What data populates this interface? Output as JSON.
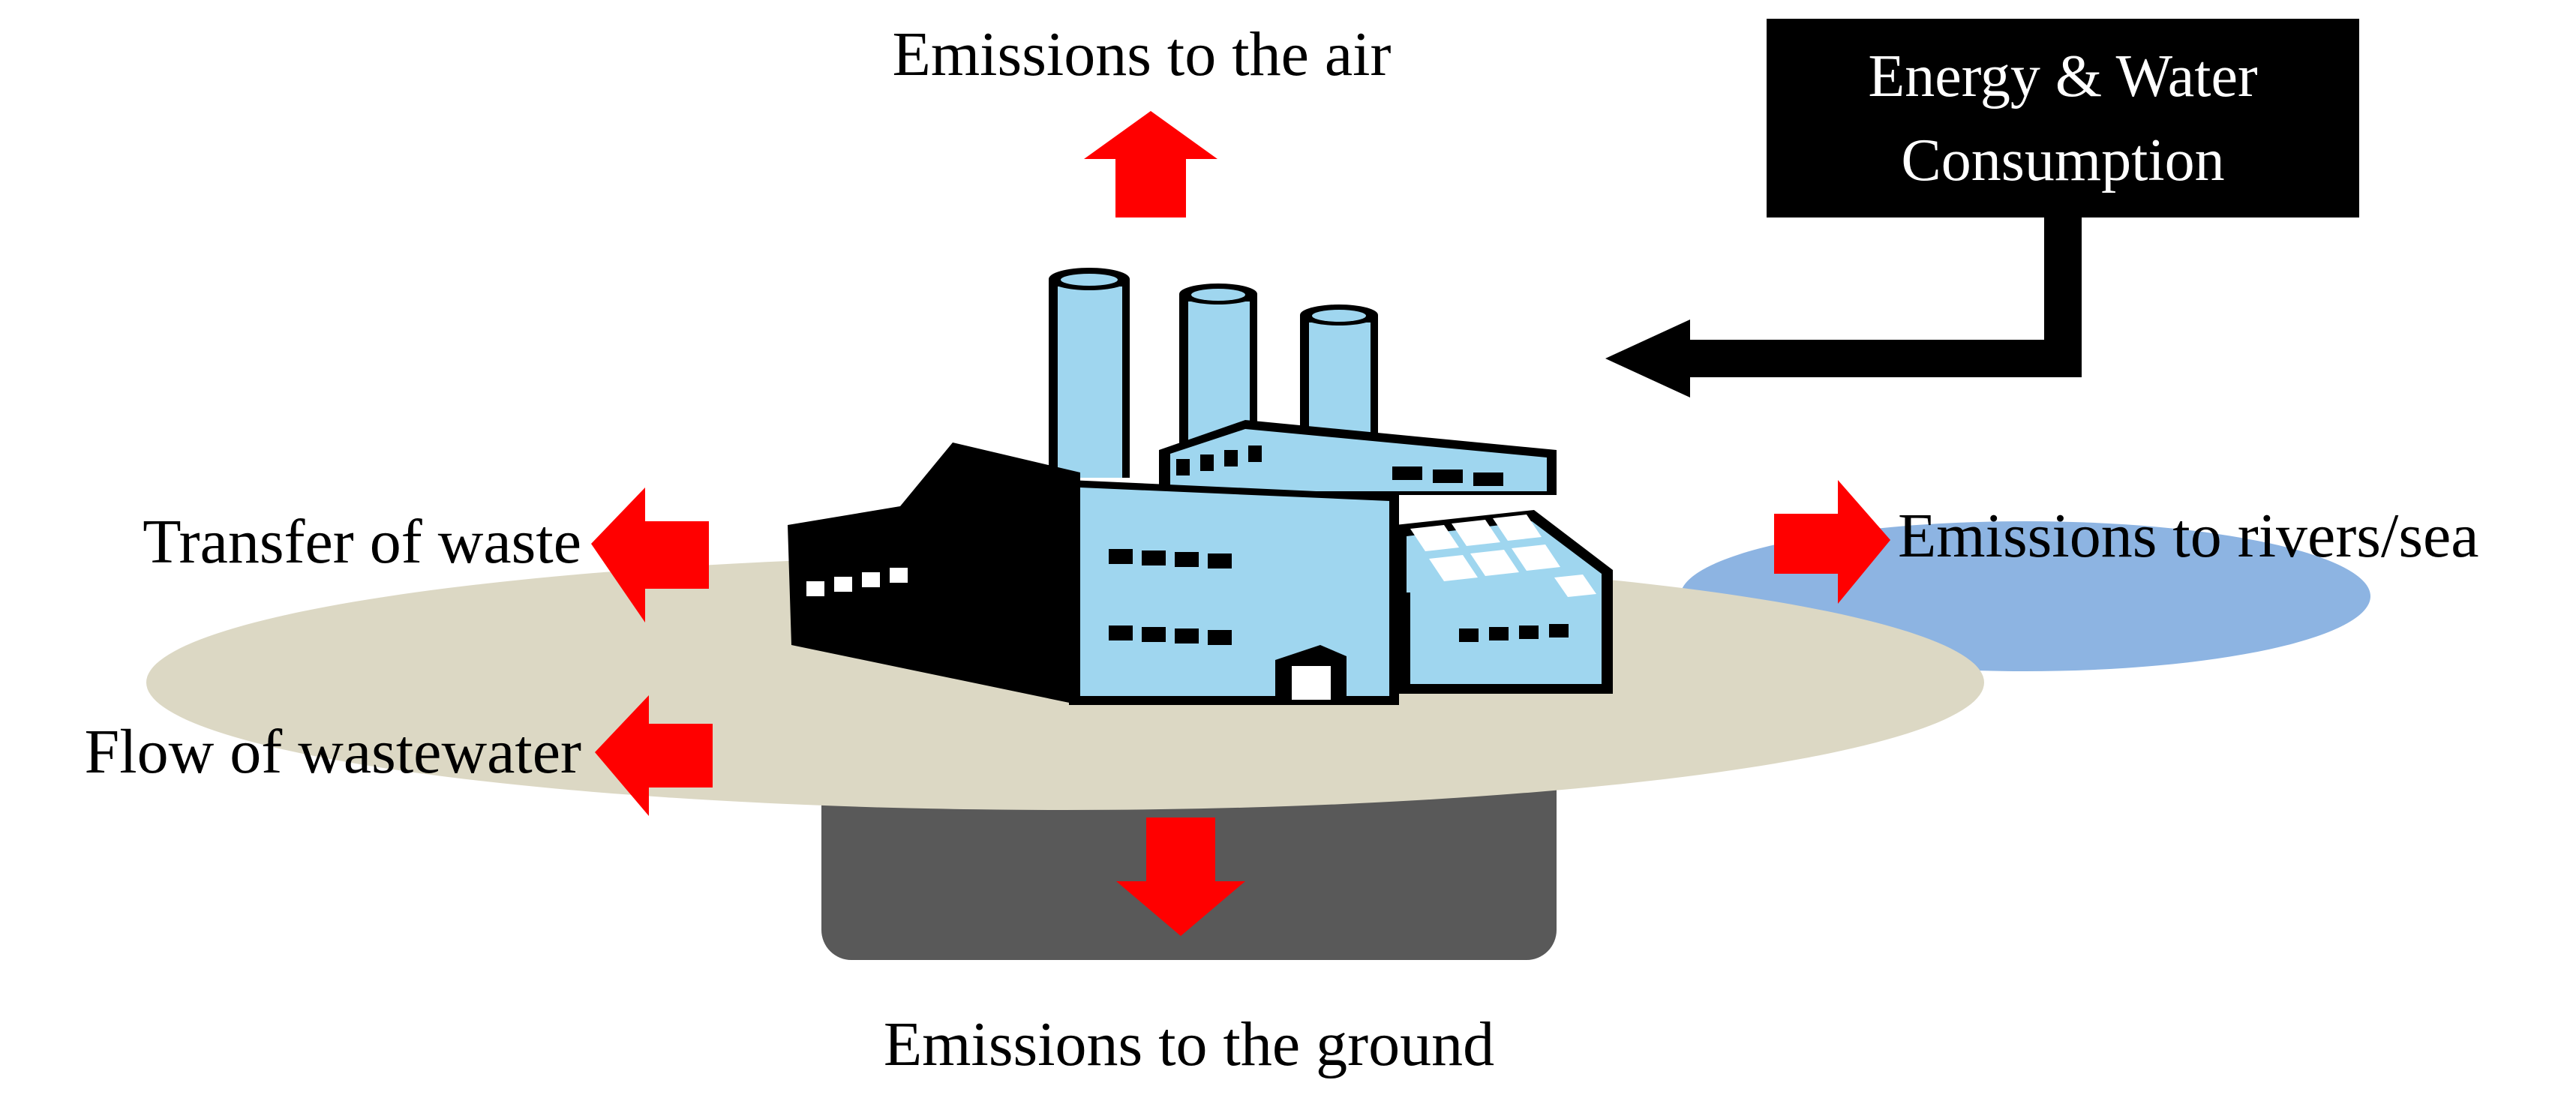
{
  "labels": {
    "air": "Emissions to the air",
    "energy_line1": "Energy & Water",
    "energy_line2": "Consumption",
    "waste": "Transfer of waste",
    "wastewater": "Flow of wastewater",
    "rivers": "Emissions to rivers/sea",
    "ground": "Emissions to the ground"
  },
  "colors": {
    "arrow": "#ff0000",
    "ground_disk": "#dcd8c4",
    "water": "#8db4e2",
    "soil": "#595959",
    "factory_wall": "#9fd6ef",
    "factory_dark": "#000000",
    "box": "#000000"
  },
  "icons": {
    "factory": "factory-icon",
    "arrow": "arrow-icon"
  }
}
